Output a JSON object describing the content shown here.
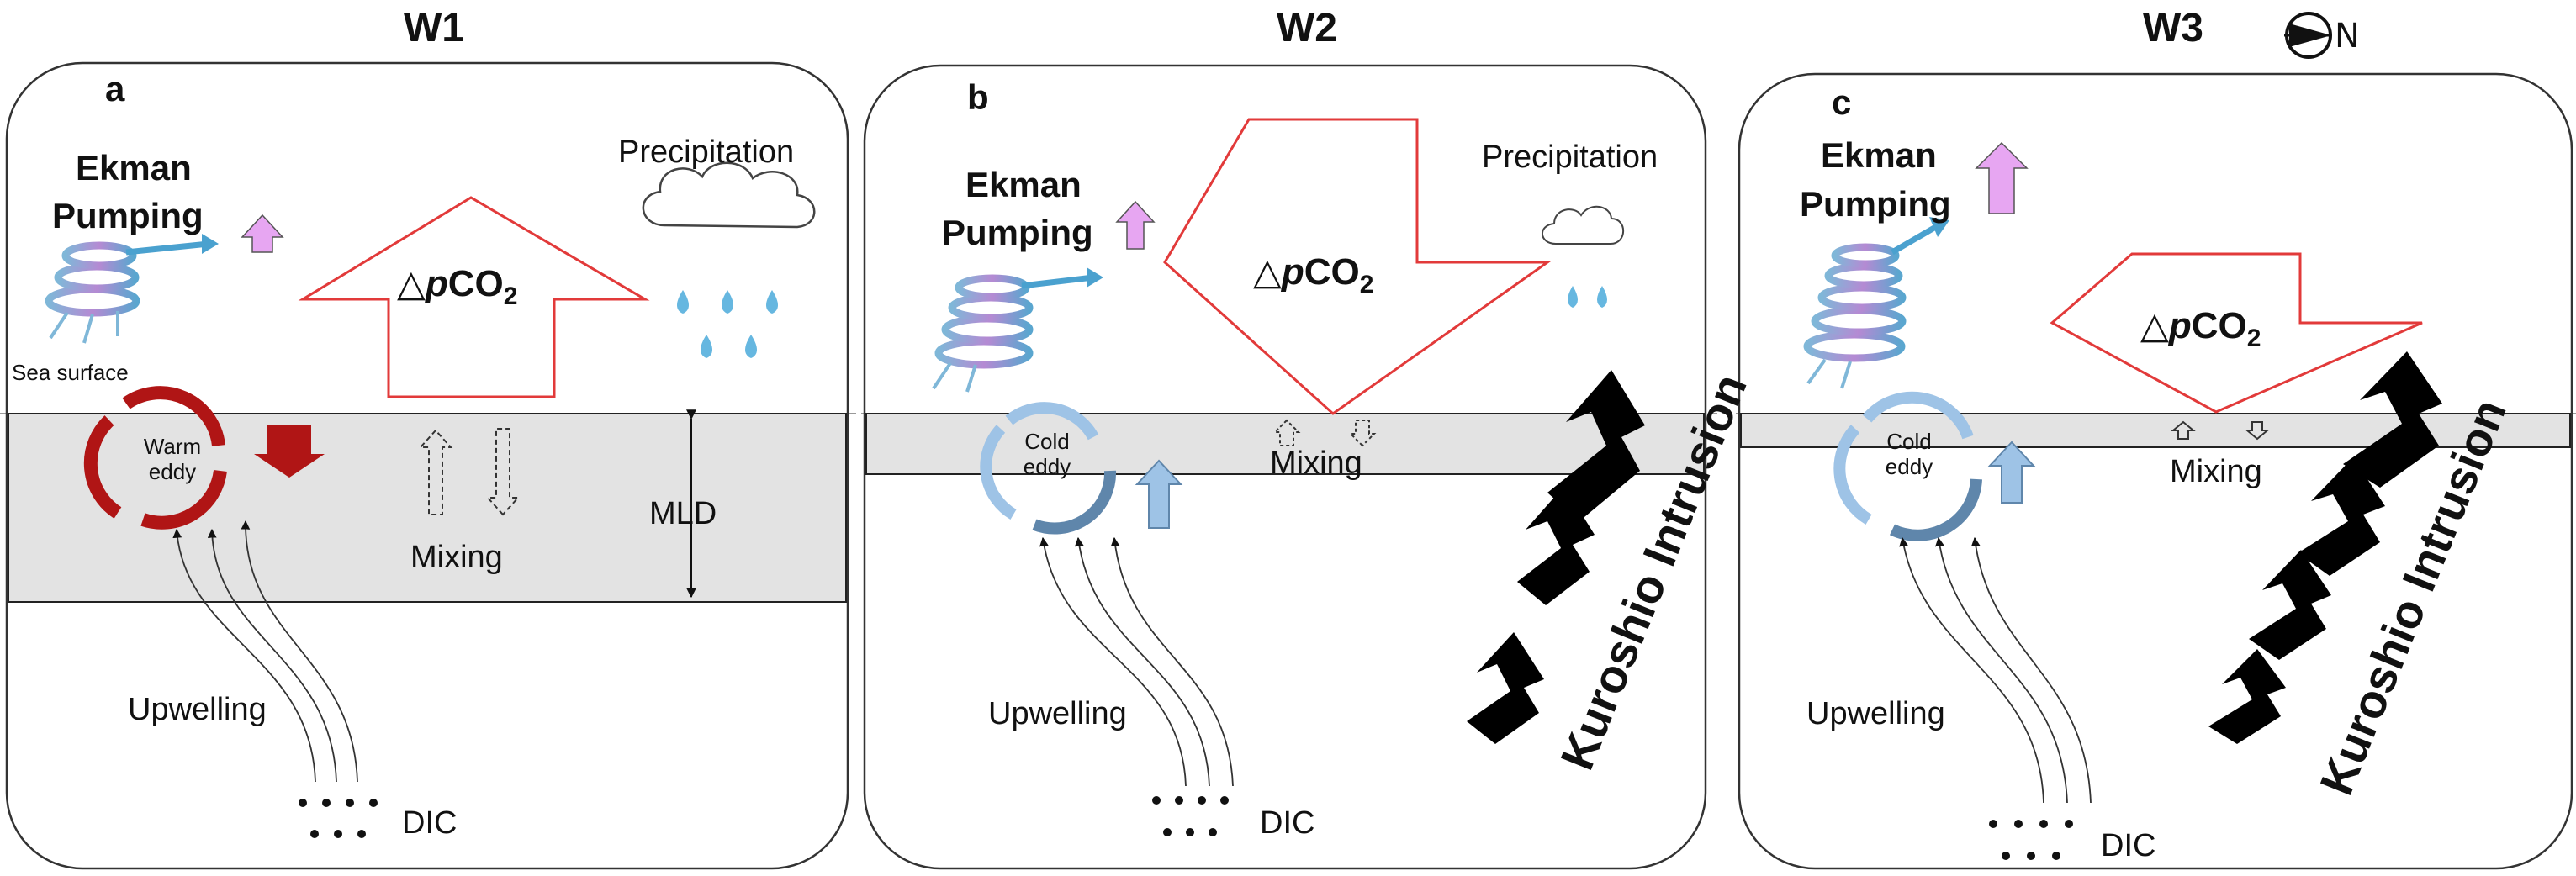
{
  "panels": [
    {
      "title": "W1",
      "letter": "a",
      "ekman_line1": "Ekman",
      "ekman_line2": "Pumping",
      "precipitation": "Precipitation",
      "sea_surface": "Sea surface",
      "eddy_line1": "Warm",
      "eddy_line2": "eddy",
      "mixing": "Mixing",
      "mld": "MLD",
      "upwelling": "Upwelling",
      "dic": "DIC",
      "dpco2_symbol": "△",
      "dpco2_p": "p",
      "dpco2_co": "CO",
      "dpco2_sub": "2"
    },
    {
      "title": "W2",
      "letter": "b",
      "ekman_line1": "Ekman",
      "ekman_line2": "Pumping",
      "precipitation": "Precipitation",
      "eddy_line1": "Cold",
      "eddy_line2": "eddy",
      "mixing": "Mixing",
      "kuroshio": "Kuroshio Intrusion",
      "upwelling": "Upwelling",
      "dic": "DIC",
      "dpco2_symbol": "△",
      "dpco2_p": "p",
      "dpco2_co": "CO",
      "dpco2_sub": "2"
    },
    {
      "title": "W3",
      "letter": "c",
      "ekman_line1": "Ekman",
      "ekman_line2": "Pumping",
      "eddy_line1": "Cold",
      "eddy_line2": "eddy",
      "mixing": "Mixing",
      "kuroshio": "Kuroshio Intrusion",
      "upwelling": "Upwelling",
      "dic": "DIC",
      "dpco2_symbol": "△",
      "dpco2_p": "p",
      "dpco2_co": "CO",
      "dpco2_sub": "2"
    }
  ],
  "compass_label": "N",
  "colors": {
    "co2_arrow_outline": "#e23a3a",
    "ekman_arrow": "#e7a6f2",
    "warm_eddy": "#b01515",
    "cold_eddy": "#9ec3e6",
    "mixed_layer": "#e3e3e3",
    "kuroshio_arrow": "#000000",
    "panel_border": "#333333"
  }
}
